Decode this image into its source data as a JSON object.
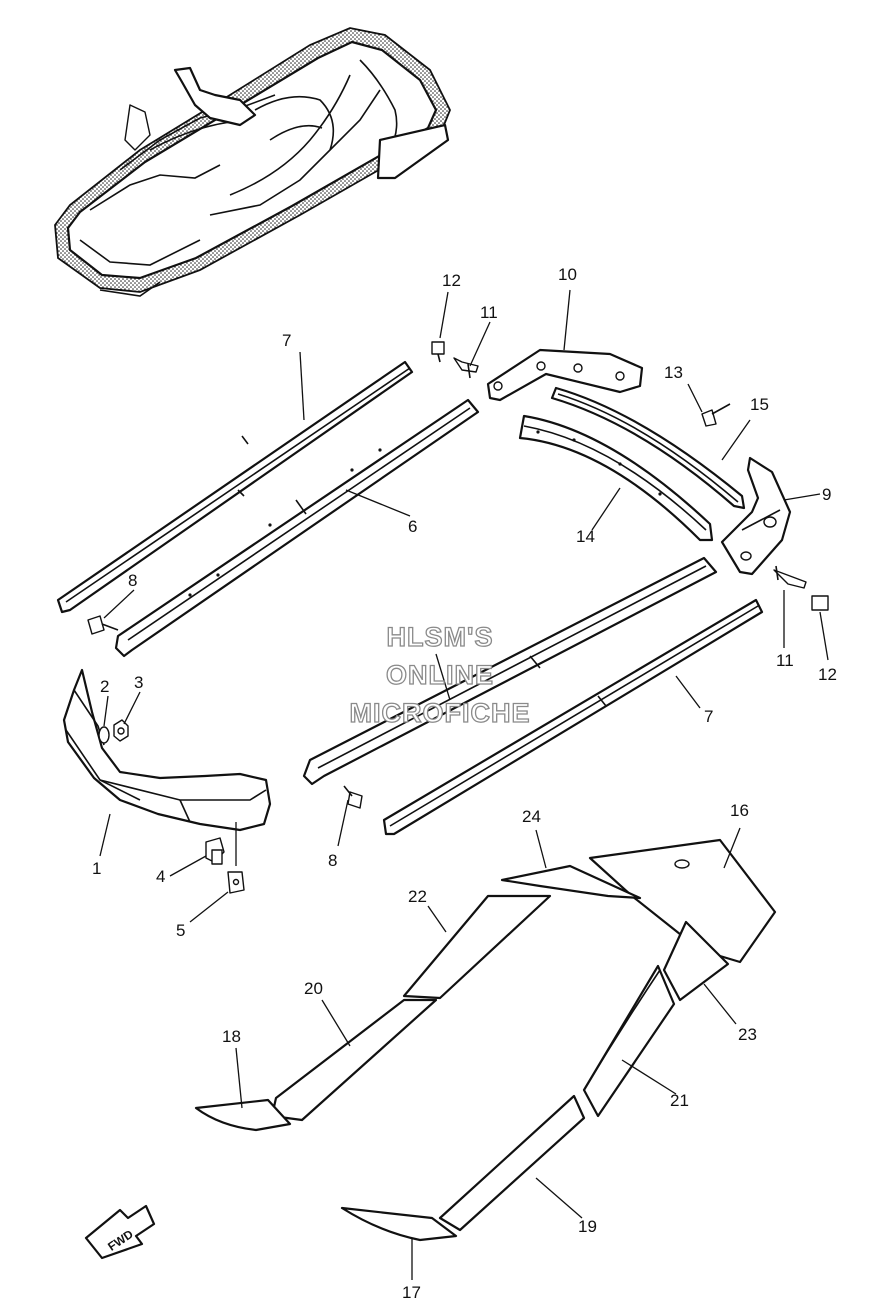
{
  "watermark": {
    "line1": "HLSM'S",
    "line2": "ONLINE",
    "line3": "MICROFICHE"
  },
  "fwd_label": "FWD",
  "callouts": {
    "c1": "1",
    "c2": "2",
    "c3": "3",
    "c4": "4",
    "c5": "5",
    "c6": "6",
    "c7a": "7",
    "c7b": "7",
    "c8a": "8",
    "c8b": "8",
    "c9": "9",
    "c10": "10",
    "c11a": "11",
    "c11b": "11",
    "c12a": "12",
    "c12b": "12",
    "c13": "13",
    "c14": "14",
    "c15": "15",
    "c16": "16",
    "c17": "17",
    "c18": "18",
    "c19": "19",
    "c20": "20",
    "c21": "21",
    "c22": "22",
    "c23": "23",
    "c24": "24"
  }
}
